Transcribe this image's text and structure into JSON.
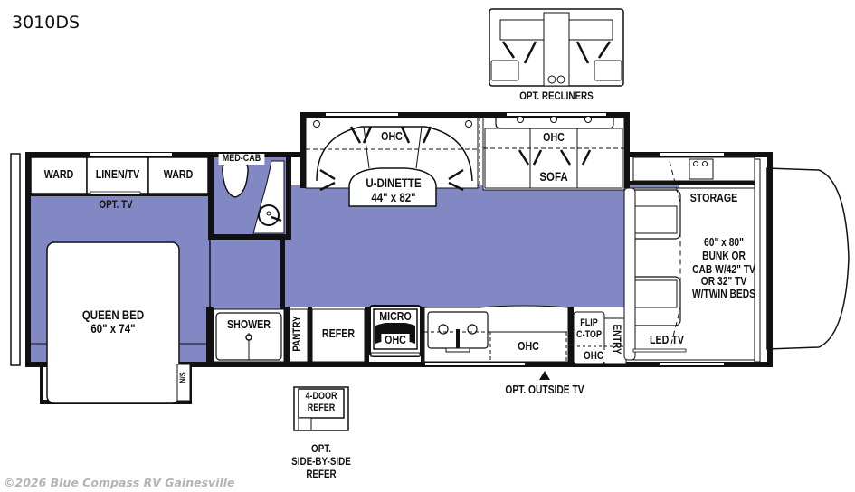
{
  "model_name": "3010DS",
  "colors": {
    "floor": "#8288c4",
    "wall": "#111111",
    "fixture": "#ffffff",
    "watermark": "#b4b4b4"
  },
  "labels": {
    "opt_recliners": "OPT. RECLINERS",
    "ward_left": "WARD",
    "linen_tv": "LINEN/TV",
    "ward_right": "WARD",
    "opt_tv": "OPT. TV",
    "med_cab": "MED-CAB",
    "dinette_ohc": "OHC",
    "dinette_name": "U-DINETTE",
    "dinette_size": "44\" x 82\"",
    "sofa_ohc": "OHC",
    "sofa": "SOFA",
    "storage": "STORAGE",
    "bunk_lines": [
      "60\" x 80\"",
      "BUNK OR",
      "CAB W/42\" TV",
      "OR 32\" TV",
      "W/TWIN BEDS"
    ],
    "queen_bed_name": "QUEEN BED",
    "queen_bed_size": "60\" x 74\"",
    "shower": "SHOWER",
    "pantry": "PANTRY",
    "refer": "REFER",
    "micro": "MICRO",
    "micro_ohc": "OHC",
    "galley_ohc": "OHC",
    "flip_ctop_1": "FLIP",
    "flip_ctop_2": "C-TOP",
    "entry": "ENTRY",
    "entry_ohc": "OHC",
    "led_tv": "LED TV",
    "nightstand": "N/S",
    "opt_outside_tv": "OPT. OUTSIDE TV",
    "four_door_refer_1": "4-DOOR",
    "four_door_refer_2": "REFER",
    "opt_sbs_1": "OPT.",
    "opt_sbs_2": "SIDE-BY-SIDE",
    "opt_sbs_3": "REFER"
  },
  "watermark": "©2026 Blue Compass RV Gainesville"
}
